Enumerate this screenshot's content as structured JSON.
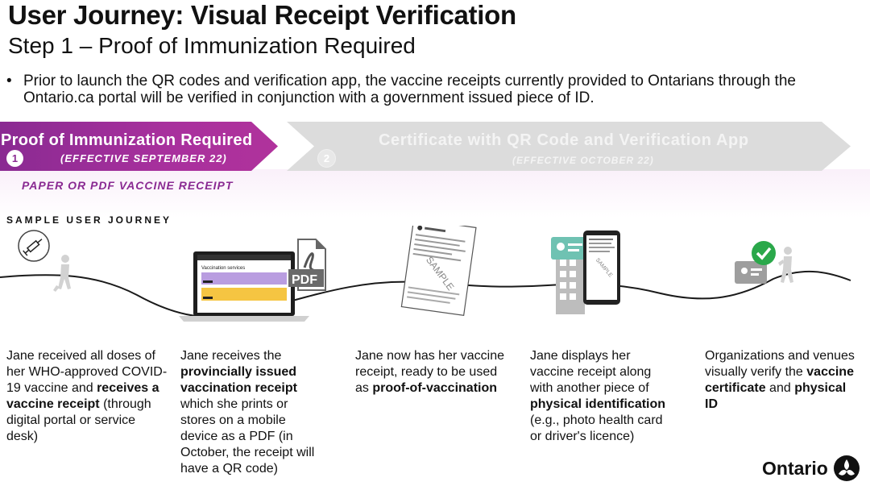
{
  "header": {
    "title": "User Journey: Visual Receipt Verification",
    "subtitle": "Step 1 – Proof of Immunization Required"
  },
  "bullet": {
    "symbol": "•",
    "text": "Prior to launch the QR codes and verification app, the vaccine receipts currently provided to Ontarians through the Ontario.ca portal will be verified in conjunction with a government issued piece of ID."
  },
  "phases": [
    {
      "number": "1",
      "title": "Proof of Immunization Required",
      "effective": "(EFFECTIVE SEPTEMBER 22)",
      "color": "#8a2a92"
    },
    {
      "number": "2",
      "title": "Certificate with QR Code and Verification App",
      "effective": "(EFFECTIVE OCTOBER 22)",
      "color": "#dcdcdc"
    }
  ],
  "paper_label": "PAPER OR PDF VACCINE RECEIPT",
  "sample_label": "SAMPLE USER JOURNEY",
  "illustrations": {
    "laptop_heading": "Vaccination services",
    "pdf_label": "PDF",
    "sample_stamp": "SAMPLE",
    "phone_stamp": "SAMPLE"
  },
  "steps": [
    {
      "parts": [
        {
          "text": "Jane received all doses of her WHO-approved COVID-19 vaccine and ",
          "bold": false
        },
        {
          "text": "receives a vaccine receipt",
          "bold": true
        },
        {
          "text": " (through digital portal or service desk)",
          "bold": false
        }
      ]
    },
    {
      "parts": [
        {
          "text": "Jane receives the ",
          "bold": false
        },
        {
          "text": "provincially issued vaccination receipt",
          "bold": true
        },
        {
          "text": " which she prints or stores on a mobile device as a PDF (in October, the receipt will have a QR code)",
          "bold": false
        }
      ]
    },
    {
      "parts": [
        {
          "text": "Jane now has her vaccine receipt, ready to be used as ",
          "bold": false
        },
        {
          "text": "proof-of-vaccination",
          "bold": true
        }
      ]
    },
    {
      "parts": [
        {
          "text": "Jane displays her vaccine receipt along with another piece of ",
          "bold": false
        },
        {
          "text": "physical identification",
          "bold": true
        },
        {
          "text": " (e.g., photo health card or driver's licence)",
          "bold": false
        }
      ]
    },
    {
      "parts": [
        {
          "text": "Organizations and venues visually verify the ",
          "bold": false
        },
        {
          "text": "vaccine certificate",
          "bold": true
        },
        {
          "text": " and ",
          "bold": false
        },
        {
          "text": "physical ID",
          "bold": true
        }
      ]
    }
  ],
  "footer": {
    "logo_text": "Ontario"
  }
}
